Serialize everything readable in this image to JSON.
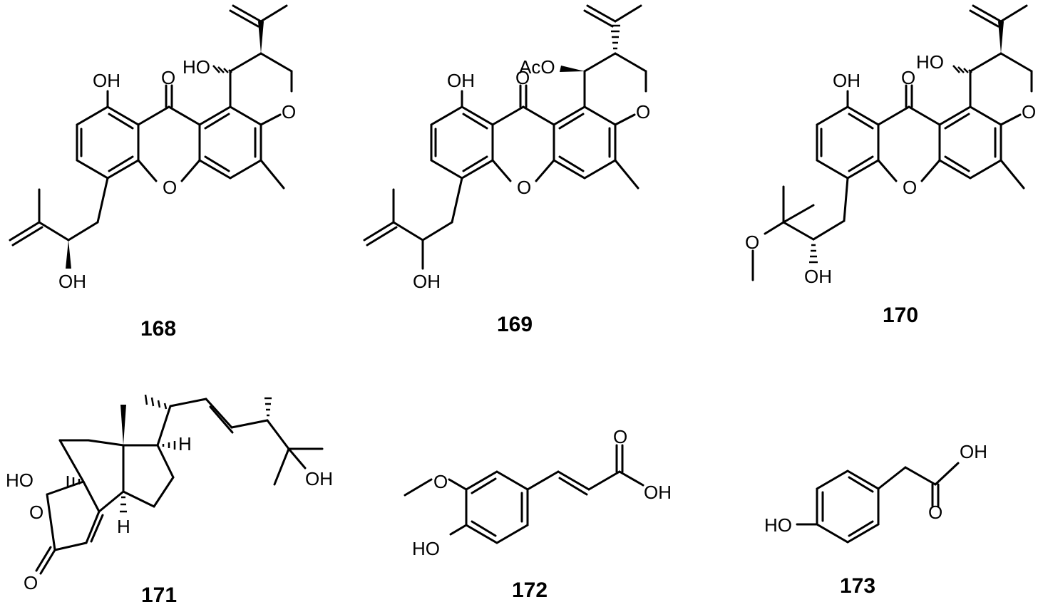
{
  "compounds": [
    {
      "id": "168",
      "labels": {
        "oh_phenol": "OH",
        "ketone_o": "O",
        "oh_ring": "HO",
        "pyran_o": "O",
        "xanthone_o": "O",
        "oh_side": "OH"
      }
    },
    {
      "id": "169",
      "labels": {
        "oh_phenol": "OH",
        "ketone_o": "O",
        "oac_ring": "AcO",
        "pyran_o": "O",
        "xanthone_o": "O",
        "oh_side": "OH"
      }
    },
    {
      "id": "170",
      "labels": {
        "oh_phenol": "OH",
        "ketone_o": "O",
        "oh_ring": "HO",
        "pyran_o": "O",
        "xanthone_o": "O",
        "ome_o": "O",
        "oh_side": "OH"
      }
    },
    {
      "id": "171",
      "labels": {
        "oh_hemiketal": "HO",
        "lactone_ring_o": "O",
        "lactone_carbonyl_o": "O",
        "h_top": "H",
        "h_bottom": "H",
        "oh_tert": "OH"
      }
    },
    {
      "id": "172",
      "labels": {
        "ome_o": "O",
        "carbonyl_o": "O",
        "acid_oh": "OH",
        "phenol_oh": "HO"
      }
    },
    {
      "id": "173",
      "labels": {
        "acid_oh": "OH",
        "carbonyl_o": "O",
        "phenol_oh": "HO"
      }
    }
  ]
}
